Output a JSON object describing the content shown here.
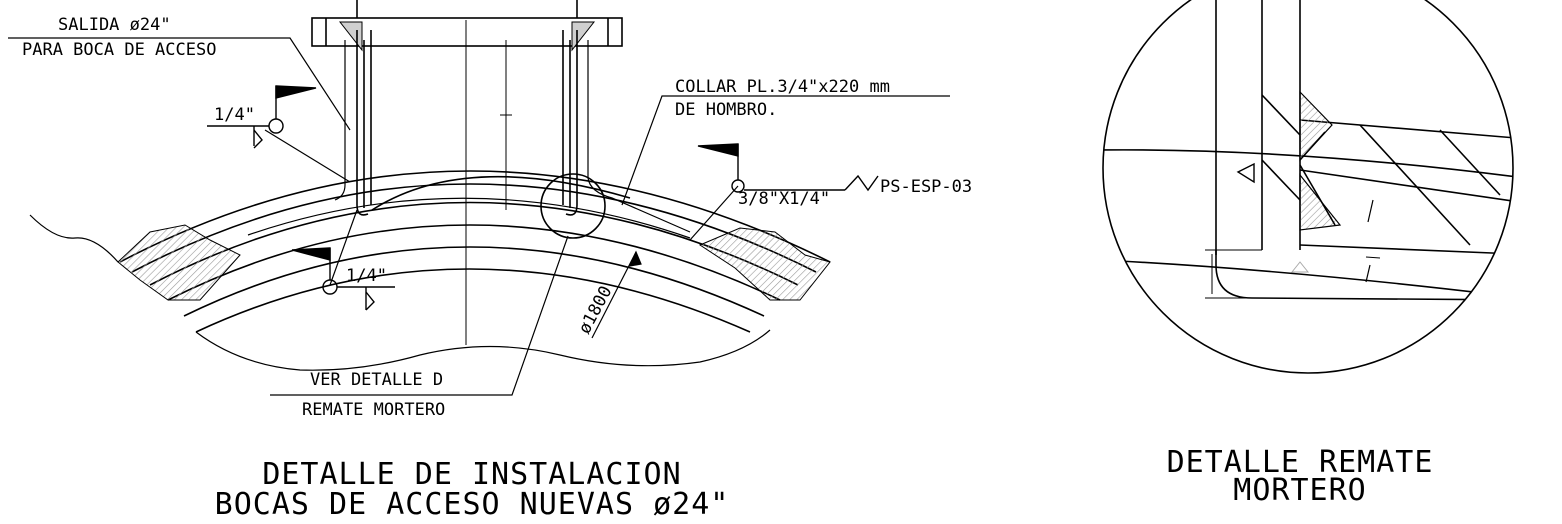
{
  "left_detail": {
    "label_salida": "SALIDA ø24\"",
    "label_para_boca": "PARA BOCA DE ACCESO",
    "label_collar": "COLLAR PL.3/4\"x220 mm",
    "label_hombro": "DE HOMBRO.",
    "weld_top": "1/4\"",
    "weld_bottom": "1/4\"",
    "weld_right": "3/8\"X1/4\"",
    "spec_ref": "PS-ESP-03",
    "diameter": "ø1800",
    "label_ver_detalle": "VER DETALLE D",
    "label_remate": "REMATE MORTERO",
    "title_line1": "DETALLE DE INSTALACION",
    "title_line2": "BOCAS DE ACCESO NUEVAS ø24\""
  },
  "right_detail": {
    "title_line1": "DETALLE REMATE",
    "title_line2": "MORTERO"
  },
  "colors": {
    "line": "#000000",
    "hatch": "#bdbdbd",
    "background": "#ffffff"
  }
}
